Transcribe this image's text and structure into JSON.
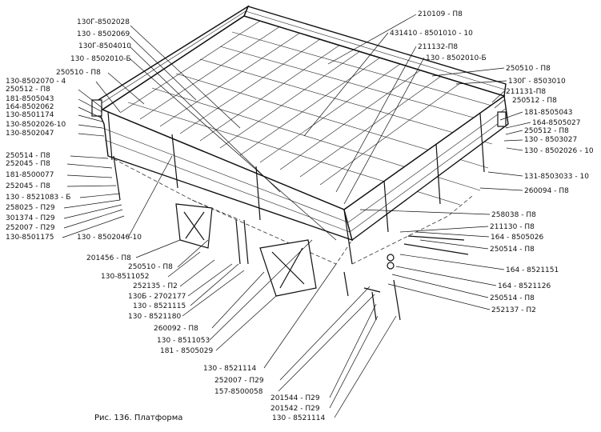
{
  "caption": "Рис. 136. Платформа",
  "labels": [
    "130Г-8502028",
    "130 - 8502069",
    "130Г-8504010",
    "130 - 8502010-Б",
    "250510 - П8",
    "130-8502070 - 4",
    "250512 - П8",
    "181-8505043",
    "164-8502062",
    "130-8501174",
    "130-8502026-10",
    "130-8502047",
    "250514 - П8",
    "252045 - П8",
    "181-8500077",
    "252045 - П8",
    "130 - 8521083 - Б",
    "258025 - П29",
    "301374 - П29",
    "252007 - П29",
    "130-8501175",
    "130 - 8502046-10",
    "201456 - П8",
    "250510 - П8",
    "130-8511052",
    "252135 - П2",
    "130Б - 2702177",
    "130 - 8521115",
    "130 - 8521180",
    "260092 - П8",
    "130 - 8511053",
    "181 - 8505029",
    "130 - 8521114",
    "252007 - П29",
    "157-8500058",
    "201544 - П29",
    "201542 - П29",
    "130 - 8521114",
    "210109 - П8",
    "431410 - 8501010 - 10",
    "211132-П8",
    "130 - 8502010-Б",
    "250510 - П8",
    "130Г - 8503010",
    "211131-П8",
    "250512 - П8",
    "181-8505043",
    "164-8505027",
    "250512 - П8",
    "130 - 8503027",
    "130 - 8502026 - 10",
    "131-8503033 - 10",
    "260094 - П8",
    "258038 - П8",
    "211130 - П8",
    "164 - 8505026",
    "250514 - П8",
    "164 - 8521151",
    "164 - 8521126",
    "250514 - П8",
    "252137 - П2"
  ]
}
